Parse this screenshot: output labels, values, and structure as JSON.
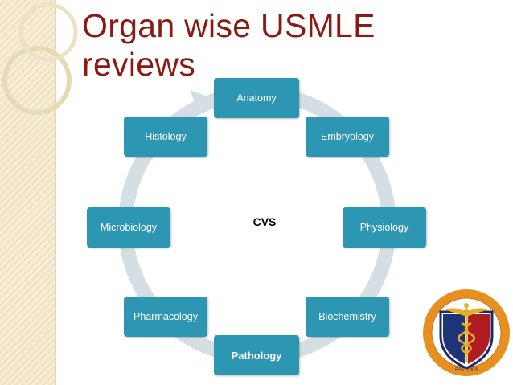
{
  "title": {
    "line1": "Organ wise USMLE",
    "line2": "reviews"
  },
  "diagram": {
    "center": "CVS",
    "nodes": [
      {
        "key": "anatomy",
        "label": "Anatomy"
      },
      {
        "key": "embryology",
        "label": "Embryology"
      },
      {
        "key": "physiology",
        "label": "Physiology"
      },
      {
        "key": "biochemistry",
        "label": "Biochemistry"
      },
      {
        "key": "pathology",
        "label": "Pathology"
      },
      {
        "key": "pharmacology",
        "label": "Pharmacology"
      },
      {
        "key": "microbiology",
        "label": "Microbiology"
      },
      {
        "key": "histology",
        "label": "Histology"
      }
    ]
  },
  "seal": {
    "caption": "EST. 2003"
  },
  "colors": {
    "title": "#8b1a13",
    "node_fill": "#2d96b3",
    "ring": "#d4dee3"
  }
}
